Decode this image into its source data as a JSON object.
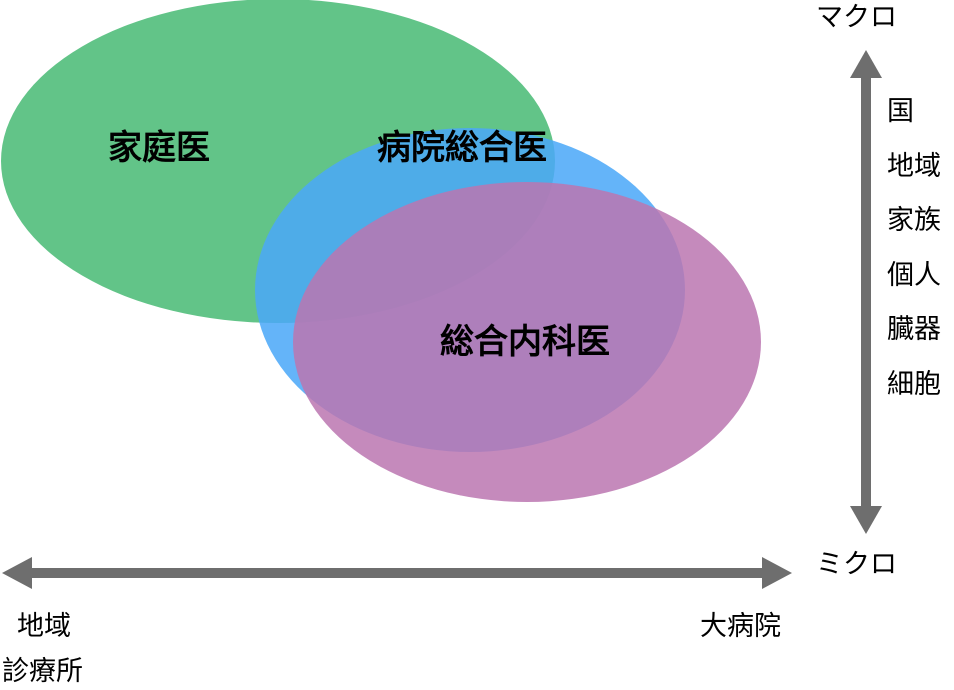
{
  "circles": [
    {
      "label": "家庭医",
      "color": "#62c488"
    },
    {
      "label": "病院総合医",
      "color": "#4aa8f8"
    },
    {
      "label": "総合内科医",
      "color": "#c07ab4"
    }
  ],
  "vertical_axis": {
    "top": "マクロ",
    "bottom": "ミクロ",
    "levels": [
      "国",
      "地域",
      "家族",
      "個人",
      "臓器",
      "細胞"
    ]
  },
  "horizontal_axis": {
    "left_line1": "地域",
    "left_line2": "診療所",
    "right": "大病院"
  },
  "arrow_color": "#6e6e6e"
}
